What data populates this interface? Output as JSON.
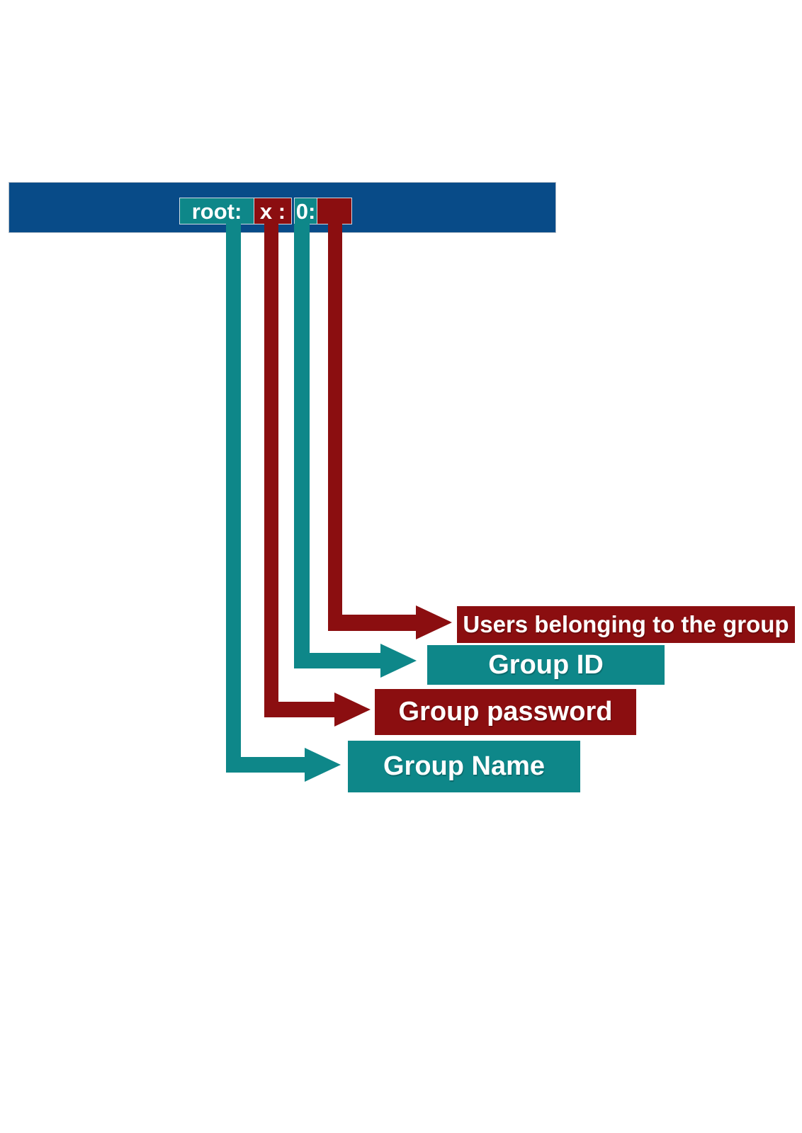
{
  "colors": {
    "blue": "#084B88",
    "teal": "#0E8789",
    "maroon": "#8B0E10",
    "text": "#FFFFFF"
  },
  "record_bar": {
    "segments": [
      {
        "field": "group-name",
        "text": "root:"
      },
      {
        "field": "group-password",
        "text": "x :"
      },
      {
        "field": "group-id",
        "text": "0:"
      },
      {
        "field": "group-members",
        "text": ""
      }
    ]
  },
  "labels": {
    "users": "Users belonging to the group",
    "group_id": "Group ID",
    "group_password": "Group password",
    "group_name": "Group Name"
  }
}
